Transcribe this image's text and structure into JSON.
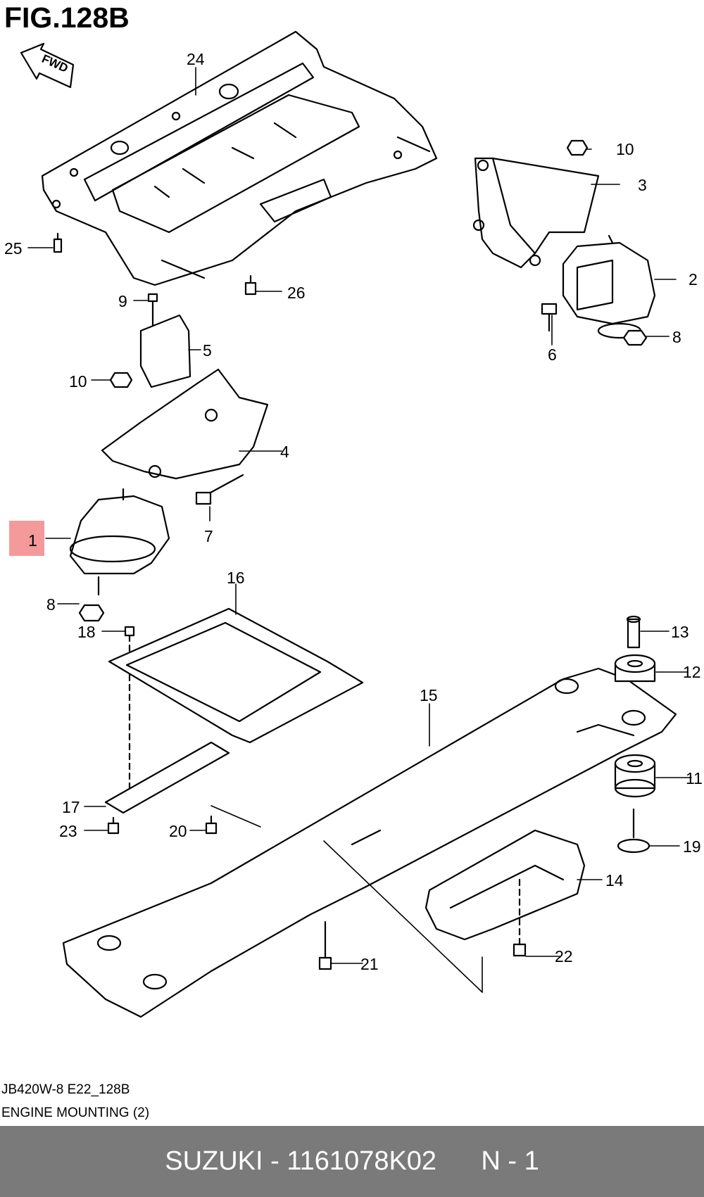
{
  "figure": {
    "title": "FIG.128B",
    "fwd_label": "FWD"
  },
  "caption": {
    "code": "JB420W-8 E22_128B",
    "name": "ENGINE MOUNTING (2)"
  },
  "footer": {
    "brand": "SUZUKI",
    "part_number": "1161078K02",
    "qty": "N - 1",
    "text": "SUZUKI - 1161078K02      N - 1"
  },
  "colors": {
    "highlight": "#f49a9a",
    "footer_bg": "#7a7a7a",
    "footer_text": "#ffffff"
  },
  "callouts": {
    "c1": "1",
    "c2": "2",
    "c3": "3",
    "c4": "4",
    "c5": "5",
    "c6": "6",
    "c7": "7",
    "c8a": "8",
    "c8b": "8",
    "c9": "9",
    "c10a": "10",
    "c10b": "10",
    "c11": "11",
    "c12": "12",
    "c13": "13",
    "c14": "14",
    "c15": "15",
    "c16": "16",
    "c17": "17",
    "c18": "18",
    "c19": "19",
    "c20": "20",
    "c21": "21",
    "c22": "22",
    "c23": "23",
    "c24": "24",
    "c25": "25",
    "c26": "26"
  },
  "highlighted_part": "1"
}
